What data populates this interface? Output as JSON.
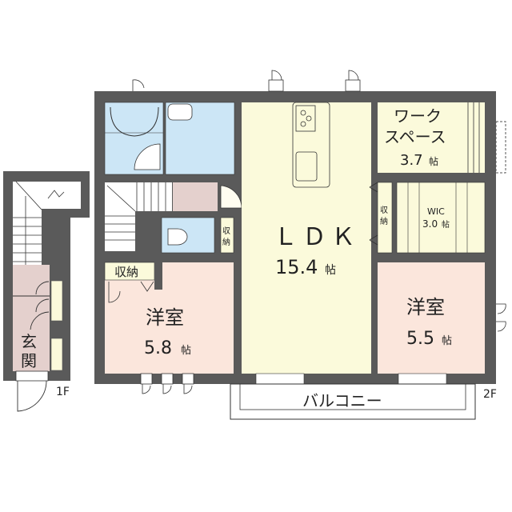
{
  "floor_plan": {
    "floors": [
      {
        "label": "1F"
      },
      {
        "label": "2F"
      }
    ],
    "rooms": [
      {
        "id": "ldk",
        "name": "ＬＤＫ",
        "size": "15.4",
        "unit": "帖",
        "color": "#fbfadb"
      },
      {
        "id": "western-1",
        "name": "洋室",
        "size": "5.8",
        "unit": "帖",
        "color": "#fbe6dc"
      },
      {
        "id": "western-2",
        "name": "洋室",
        "size": "5.5",
        "unit": "帖",
        "color": "#fbe6dc"
      },
      {
        "id": "workspace",
        "name_line1": "ワーク",
        "name_line2": "スペース",
        "size": "3.7",
        "unit": "帖",
        "color": "#fbfadb"
      },
      {
        "id": "wic",
        "name": "WIC",
        "size": "3.0",
        "unit": "帖",
        "color": "#fbfadb"
      },
      {
        "id": "entrance",
        "name_line1": "玄",
        "name_line2": "関",
        "color": "#e4d0cd"
      },
      {
        "id": "storage-western",
        "name": "収納"
      },
      {
        "id": "storage-ldk",
        "name_line1": "収",
        "name_line2": "納"
      },
      {
        "id": "storage-hall",
        "name_line1": "収",
        "name_line2": "納"
      },
      {
        "id": "balcony",
        "name": "バルコニー"
      }
    ],
    "colors": {
      "wall": "#5a5a5a",
      "wet_area": "#cce6f6",
      "hall": "#e4d0cd"
    }
  }
}
